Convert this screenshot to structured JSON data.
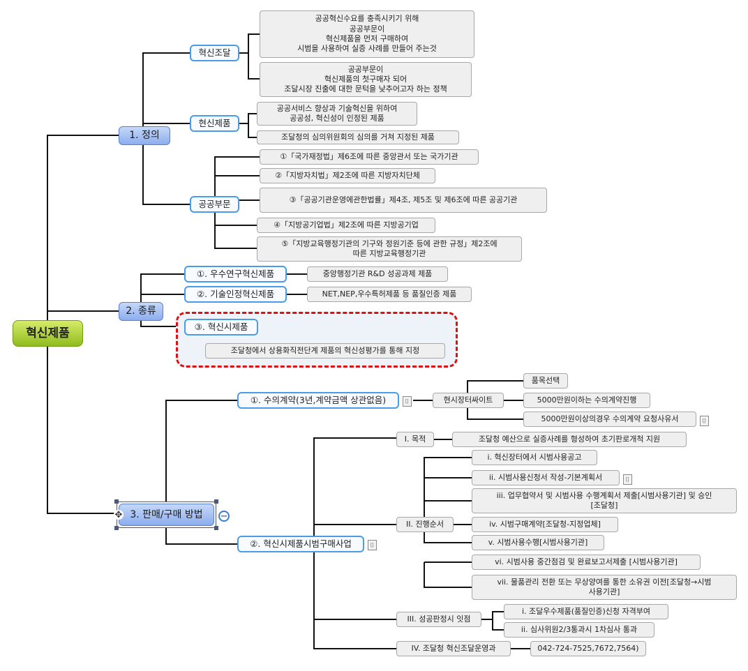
{
  "root": "혁신제품",
  "definition": {
    "title": "1. 정의",
    "procurement": {
      "label": "혁신조달",
      "desc1": "공공혁신수요를 충족시키기 위해\n공공부문이\n혁신제품을 먼저 구매하여\n시범을 사용하여 실증 사례를 만들어 주는것",
      "desc2": "공공부문이\n혁신제품의 첫구매자 되어\n조달시장 진출에 대한 문턱을 낮추어고자 하는 정책"
    },
    "product": {
      "label": "현신제품",
      "desc1": "공공서비스 향상과 기술혁신을 위하여\n공공성, 혁신성이 인정된 제품",
      "desc2": "조달청의 심의위원회의 심의를 거쳐 지정된 제품"
    },
    "public": {
      "label": "공공부문",
      "items": [
        "①「국가재정법」제6조에 따른 중앙관서 또는 국가기관",
        "②「지방자치법」제2조에 따른 지방자치단체",
        "③「공공기관운영에관한법률」제4조, 제5조 및 제6조에 따른 공공기관",
        "④「지방공기업법」제2조에 따른 지방공기업",
        "⑤「지방교육행정기관의 기구와 정원기준 등에 관한 규정」제2조에\n따른 지방교육행정기관"
      ]
    }
  },
  "types": {
    "title": "2. 종류",
    "t1": {
      "label": "①. 우수연구혁신제품",
      "desc": "중앙행정기관 R&D 성공과제 제품"
    },
    "t2": {
      "label": "②. 기술인정혁신제품",
      "desc": "NET,NEP,우수특허제품 등 품질인증 제품"
    },
    "t3": {
      "label": "③. 혁신시제품",
      "desc": "조달청에서 상용화직전단계 제품의 혁신성평가를 통해 지정"
    }
  },
  "sales": {
    "title": "3. 판매/구매 방법",
    "contract": {
      "label": "①. 수의계약(3년,계약금액 상관없음)",
      "site": "현시장터싸이트",
      "items": [
        "품목선택",
        "5000만원이하는 수의계약진행",
        "5000만원이상의경우 수의계약 요청사유서"
      ]
    },
    "pilot": {
      "label": "②. 혁신시제품시범구매사업",
      "purpose": {
        "label": "I. 목적",
        "desc": "조달청 예산으로 실증사례를 형성하여 초기판로개척 지원"
      },
      "procedure": {
        "label": "II. 진행순서",
        "steps": [
          "i. 혁신장터에서 시범사용공고",
          "ii. 시범사용신청서 작성-기본계획서",
          "iii. 업무협약서 및 시범사용 수행계획서 제출[시범사용기관] 및 승인\n[조달청]",
          "iv. 시범구매계약[조달청-지정업체]",
          "v. 시범사용수행[시범사용기관]",
          "vi. 시범사용 중간점검 및 완료보고서제출 [시범사용기관]",
          "vii. 물품관리 전환 또는 무상양여를 통한 소유권 이전[조달청→시범\n사용기관]"
        ]
      },
      "success": {
        "label": "III. 성공판정시 잇점",
        "items": [
          "i. 조달우수제품(품질인증)신청 자격부여",
          "ii. 심사위원2/3통과시 1차심사 통과"
        ]
      },
      "contact": {
        "label": "IV. 조달청 혁신조달운영과",
        "phone": "042-724-7525,7672,7564)"
      }
    }
  }
}
